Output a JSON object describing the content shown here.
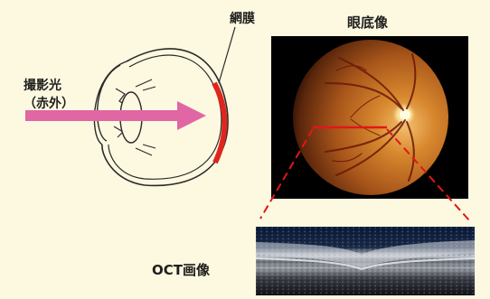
{
  "labels": {
    "retina": "網膜",
    "fundus_image": "眼底像",
    "imaging_light_line1": "撮影光",
    "imaging_light_line2": "（赤外）",
    "oct_image": "OCT画像"
  },
  "colors": {
    "background": "#fdf8e0",
    "retina_highlight": "#e0261c",
    "arrow": "#e066a4",
    "scan_line": "#e01818",
    "label_text": "#1e1e1e"
  }
}
